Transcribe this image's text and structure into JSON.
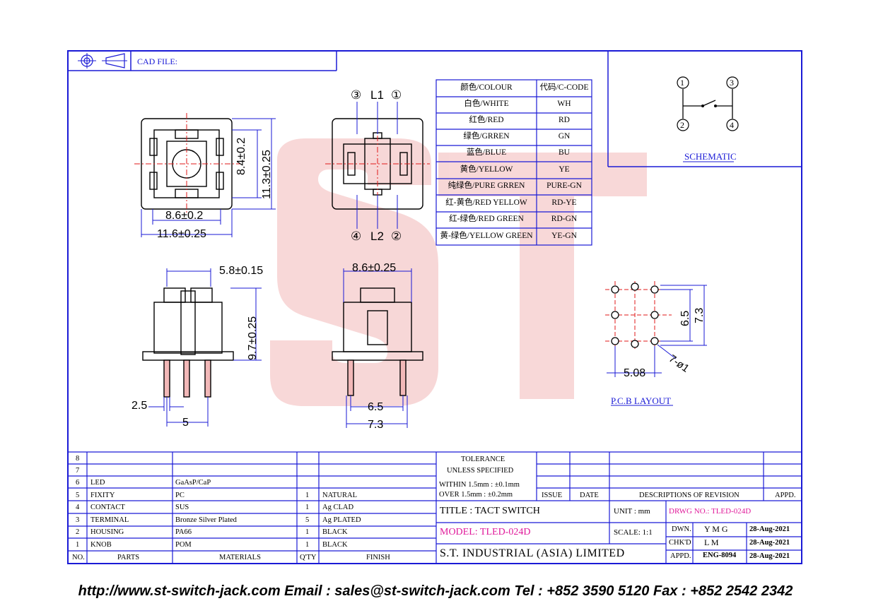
{
  "header": {
    "cad_label": "CAD FILE:"
  },
  "watermark": {
    "text": "ST"
  },
  "colour_table": {
    "header_colour": "颜色/COLOUR",
    "header_code": "代码/C-CODE",
    "rows": [
      {
        "colour": "白色/WHITE",
        "code": "WH"
      },
      {
        "colour": "红色/RED",
        "code": "RD"
      },
      {
        "colour": "绿色/GRREN",
        "code": "GN"
      },
      {
        "colour": "蓝色/BLUE",
        "code": "BU"
      },
      {
        "colour": "黄色/YELLOW",
        "code": "YE"
      },
      {
        "colour": "纯绿色/PURE GRREN",
        "code": "PURE-GN"
      },
      {
        "colour": "红-黄色/RED YELLOW",
        "code": "RD-YE"
      },
      {
        "colour": "红-绿色/RED GREEN",
        "code": "RD-GN"
      },
      {
        "colour": "黄-绿色/YELLOW GREEN",
        "code": "YE-GN"
      }
    ]
  },
  "schematic": {
    "title": "SCHEMATIC",
    "pins": [
      "1",
      "3",
      "2",
      "4"
    ]
  },
  "pcb": {
    "title": "P.C.B LAYOUT",
    "dims": [
      "6.5",
      "7.3",
      "5.08",
      "7-ø1"
    ]
  },
  "views": {
    "top_dims": [
      "8.6±0.2",
      "11.6±0.25",
      "8.4±0.2",
      "11.3±0.25"
    ],
    "led_labels": [
      "③",
      "L1",
      "①",
      "④",
      "L2",
      "②"
    ],
    "side_dims": [
      "5.8±0.15",
      "9.7±0.25",
      "2.5",
      "5"
    ],
    "front_dims": [
      "8.6±0.25",
      "6.5",
      "7.3"
    ]
  },
  "bom": {
    "rows": [
      {
        "no": "8",
        "parts": "",
        "materials": "",
        "qty": "",
        "finish": ""
      },
      {
        "no": "7",
        "parts": "",
        "materials": "",
        "qty": "",
        "finish": ""
      },
      {
        "no": "6",
        "parts": "LED",
        "materials": "GaAsP/CaP",
        "qty": "",
        "finish": ""
      },
      {
        "no": "5",
        "parts": "FIXITY",
        "materials": "PC",
        "qty": "1",
        "finish": "NATURAL"
      },
      {
        "no": "4",
        "parts": "CONTACT",
        "materials": "SUS",
        "qty": "1",
        "finish": "Ag CLAD"
      },
      {
        "no": "3",
        "parts": "TERMINAL",
        "materials": "Bronze Silver Plated",
        "qty": "5",
        "finish": "Ag PLATED"
      },
      {
        "no": "2",
        "parts": "HOUSING",
        "materials": "PA66",
        "qty": "1",
        "finish": "BLACK"
      },
      {
        "no": "1",
        "parts": "KNOB",
        "materials": "POM",
        "qty": "1",
        "finish": "BLACK"
      }
    ],
    "headers": {
      "no": "NO.",
      "parts": "PARTS",
      "materials": "MATERIALS",
      "qty": "Q'TY",
      "finish": "FINISH"
    }
  },
  "tolerance": {
    "title": "TOLERANCE",
    "subtitle": "UNLESS   SPECIFIED",
    "within": "WITHIN  1.5mm : ±0.1mm",
    "over": "OVER    1.5mm : ±0.2mm"
  },
  "revision": {
    "issue": "ISSUE",
    "date": "DATE",
    "desc": "DESCRIPTIONS  OF  REVISION",
    "appd": "APPD."
  },
  "title_block": {
    "title": "TITLE : TACT SWITCH",
    "unit": "UNIT :   mm",
    "drwg": "DRWG NO.: TLED-024D",
    "model": "MODEL: TLED-024D",
    "scale": "SCALE:   1:1",
    "company": "S.T.  INDUSTRIAL  (ASIA)  LIMITED",
    "dwn_label": "DWN.",
    "dwn_name": "Y M G",
    "dwn_date": "28-Aug-2021",
    "chk_label": "CHK'D",
    "chk_name": "L M",
    "chk_date": "28-Aug-2021",
    "appd_label": "APPD.",
    "appd_name": "ENG-8094",
    "appd_date": "28-Aug-2021"
  },
  "footer": {
    "text": "http://www.st-switch-jack.com  Email : sales@st-switch-jack.com  Tel : +852 3590 5120  Fax : +852 2542 2342"
  },
  "colors": {
    "frame": "#1a1ad6",
    "watermark": "#f2b8b8",
    "magenta": "#e0199a"
  }
}
